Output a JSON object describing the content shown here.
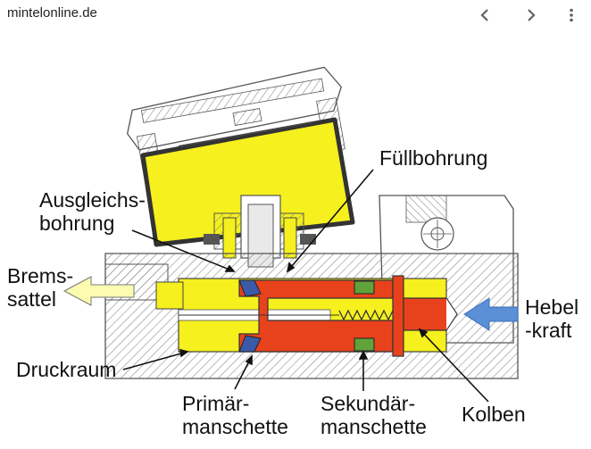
{
  "browser": {
    "site": "mintelonline.de",
    "back_icon": "chevron-left-icon",
    "forward_icon": "chevron-right-icon",
    "menu_icon": "more-vert-icon"
  },
  "diagram": {
    "labels": {
      "fuellbohrung": "Füllbohrung",
      "ausgleichsbohrung": "Ausgleichs-\nbohrung",
      "bremssattel": "Brems-\nsattel",
      "hebelkraft": "Hebel\n-kraft",
      "druckraum": "Druckraum",
      "primaermanschette": "Primär-\nmanschette",
      "sekundaermanschette": "Sekundär-\nmanschette",
      "kolben": "Kolben"
    },
    "colors": {
      "fluid": "#f5f01e",
      "piston": "#e8421c",
      "primary_seal": "#3a5aa8",
      "secondary_seal": "#5fa33a",
      "arrow": "#5b8fd6",
      "hatch": "#777777"
    }
  }
}
